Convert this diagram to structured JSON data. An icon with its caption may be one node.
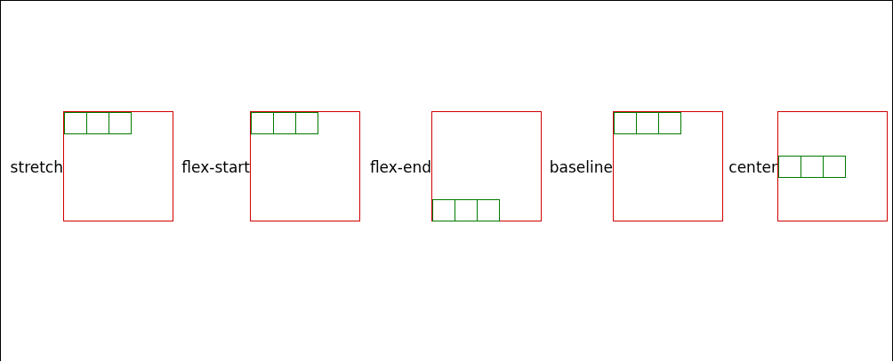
{
  "diagram": {
    "labels": [
      "stretch",
      "flex-start",
      "flex-end",
      "baseline",
      "center"
    ]
  }
}
